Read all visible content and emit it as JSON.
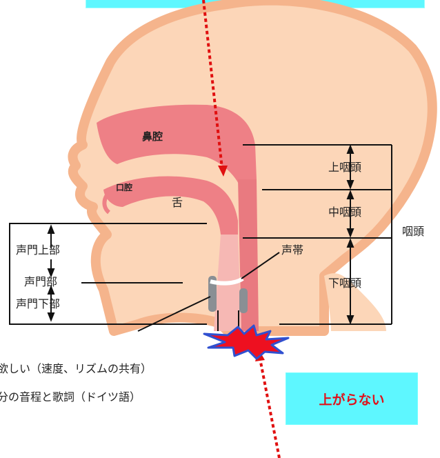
{
  "labels": {
    "nasal_cavity": "鼻腔",
    "oral_cavity": "口腔",
    "tongue": "舌",
    "upper_pharynx": "上咽頭",
    "mid_pharynx": "中咽頭",
    "pharynx": "咽頭",
    "vocal_cords": "声帯",
    "lower_pharynx": "下咽頭",
    "supraglottic": "声門上部",
    "glottis": "声門部",
    "subglottic": "声門下部"
  },
  "callouts": {
    "bottom": "上がらない"
  },
  "text_lines": [
    "欲しい（速度、リズムの共有）",
    "分の音程と歌詞（ドイツ語）"
  ],
  "colors": {
    "skin": "#fcd6b8",
    "skin_outline": "#f5b48c",
    "cavity": "#ee8086",
    "throat": "#f6b8b4",
    "callout_bg": "#5ef7ff",
    "callout_text": "#e0101a",
    "arrow_red": "#e01010",
    "burst_red": "#ee1020",
    "burst_blue": "#3050d0"
  }
}
